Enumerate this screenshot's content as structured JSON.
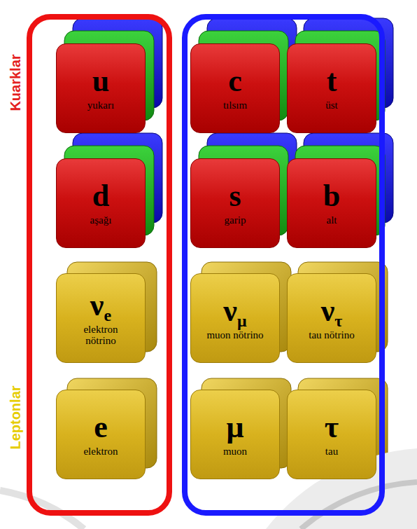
{
  "diagram": {
    "nodes": [
      {
        "text": [
          "u",
          "yukarı"
        ]
      },
      {
        "text": [
          "c",
          "tılsım"
        ]
      },
      {
        "text": [
          "t",
          "üst"
        ]
      },
      {
        "text": [
          "d",
          "aşağı"
        ]
      },
      {
        "text": [
          "s",
          "garip"
        ]
      },
      {
        "text": [
          "b",
          "alt"
        ]
      },
      {
        "text": [
          "νe",
          "elektron nötrino"
        ]
      },
      {
        "text": [
          "νμ",
          "muon nötrino"
        ]
      },
      {
        "text": [
          "ντ",
          "tau nötrino"
        ]
      },
      {
        "text": [
          "e",
          "elektron"
        ]
      },
      {
        "text": [
          "μ",
          "muon"
        ]
      },
      {
        "text": [
          "τ",
          "tau"
        ]
      }
    ],
    "labels": [
      "Kuarklar",
      "Leptonlar"
    ]
  }
}
